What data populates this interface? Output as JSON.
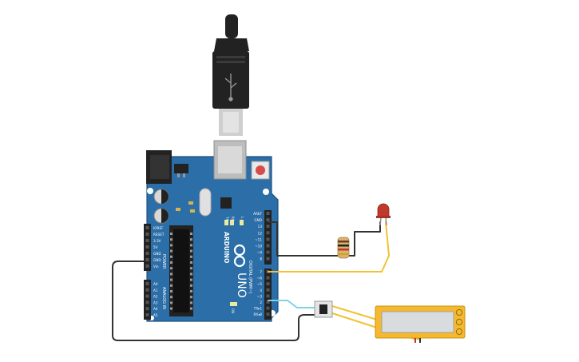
{
  "board": {
    "brand": "ARDUINO",
    "model": "UNO",
    "tx_label": "TX",
    "rx_label": "RX",
    "l_label": "L",
    "on_label": "ON",
    "power_header_title": "POWER",
    "analog_header_title": "ANALOG IN",
    "digital_header_title": "DIGITAL (PWM~)",
    "power_pins": [
      "IOREF",
      "RESET",
      "3.3V",
      "5V",
      "GND",
      "GND",
      "Vin"
    ],
    "analog_pins": [
      "A0",
      "A1",
      "A2",
      "A3",
      "A4",
      "A5"
    ],
    "digital_pins_top": [
      "AREF",
      "GND",
      "13",
      "12",
      "~11",
      "~10",
      "~9",
      "8"
    ],
    "digital_pins_bottom": [
      "7",
      "~6",
      "~5",
      "4",
      "~3",
      "2",
      "TX▸1",
      "RX◂0"
    ]
  },
  "components": [
    "usb-cable",
    "arduino-uno",
    "led",
    "resistor",
    "pushbutton",
    "tilt-sensor"
  ],
  "colors": {
    "board": "#2b6ea8",
    "board_edge": "#1c527f",
    "wire_black": "#333333",
    "wire_yellow": "#f2c233",
    "wire_cyan": "#7fd3e6",
    "led_red": "#c0392b",
    "sensor_body": "#f5b82e"
  }
}
